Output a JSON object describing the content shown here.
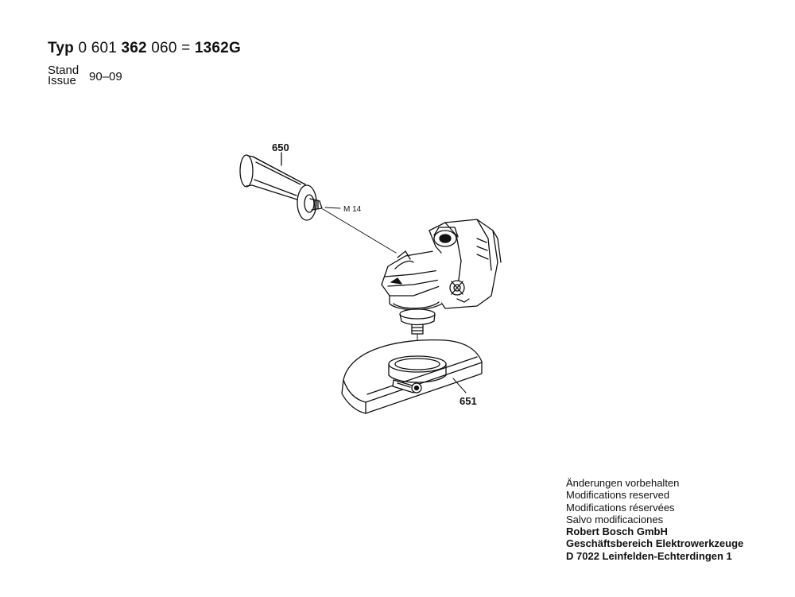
{
  "header": {
    "typ_label": "Typ",
    "part_0": "0 601",
    "part_1": "362",
    "part_2": "060",
    "equals": "=",
    "model": "1362",
    "model_suffix": "G",
    "stand_label": "Stand",
    "issue_label": "Issue",
    "issue_date": "90–09"
  },
  "diagram": {
    "callouts": {
      "handle": "650",
      "guard": "651"
    },
    "thread_label": "M 14"
  },
  "footer": {
    "lines": [
      "Änderungen vorbehalten",
      "Modifications reserved",
      "Modifications réservées",
      "Salvo modificaciones"
    ],
    "company_lines": [
      "Robert Bosch GmbH",
      "Geschäftsbereich Elektrowerkzeuge",
      "D 7022 Leinfelden-Echterdingen 1"
    ]
  }
}
